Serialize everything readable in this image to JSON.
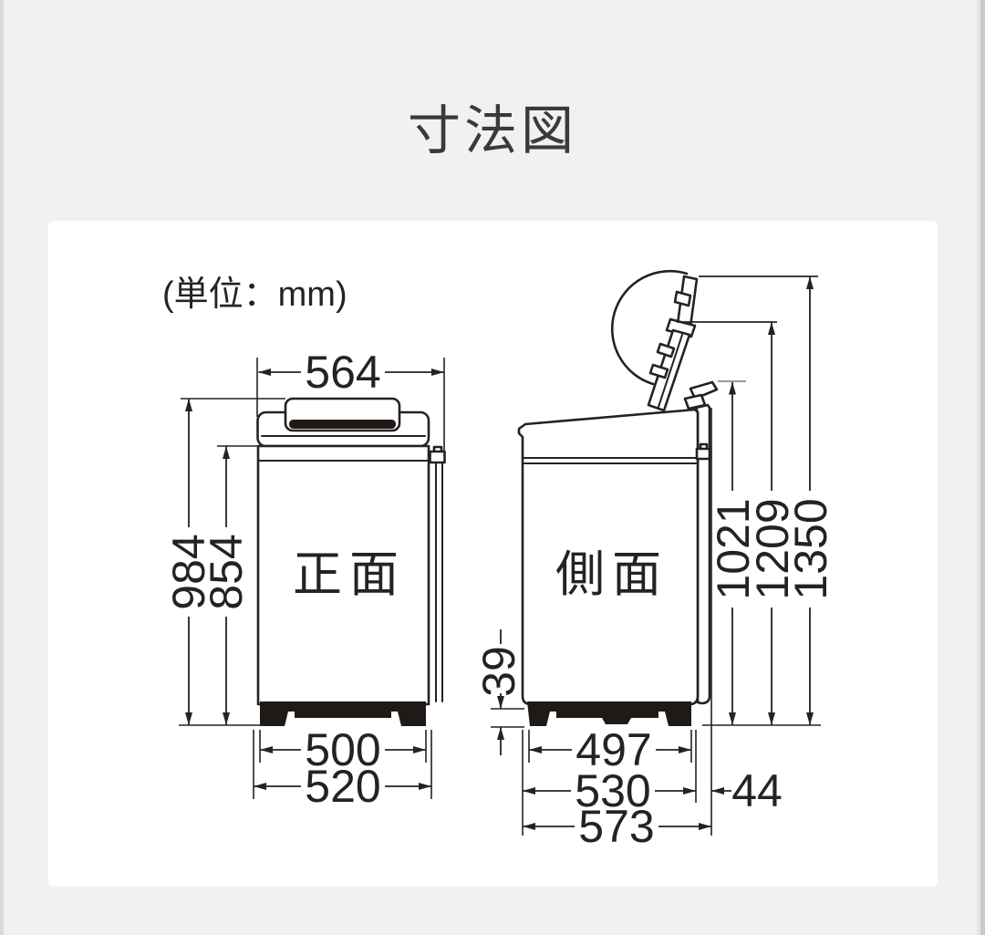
{
  "title": "寸法図",
  "unit_label": "(単位：mm)",
  "colors": {
    "background": "#f1f1f2",
    "card": "#ffffff",
    "line_black": "#262220",
    "accent_blue": "#1b7fd4",
    "accent_red": "#e60012"
  },
  "front_view": {
    "label": "正面",
    "dims": {
      "width_top": "564",
      "height_total": "984",
      "height_body": "854",
      "width_feet": "500",
      "width_base": "520"
    }
  },
  "side_view": {
    "label": "側面",
    "dims": {
      "height_open_lid_hinge": "1021",
      "height_open_lid_mid": "1209",
      "height_open_lid_max": "1350",
      "leg_height": "39",
      "depth_feet": "497",
      "depth_body": "530",
      "depth_total": "573",
      "rear_gap": "44"
    }
  }
}
